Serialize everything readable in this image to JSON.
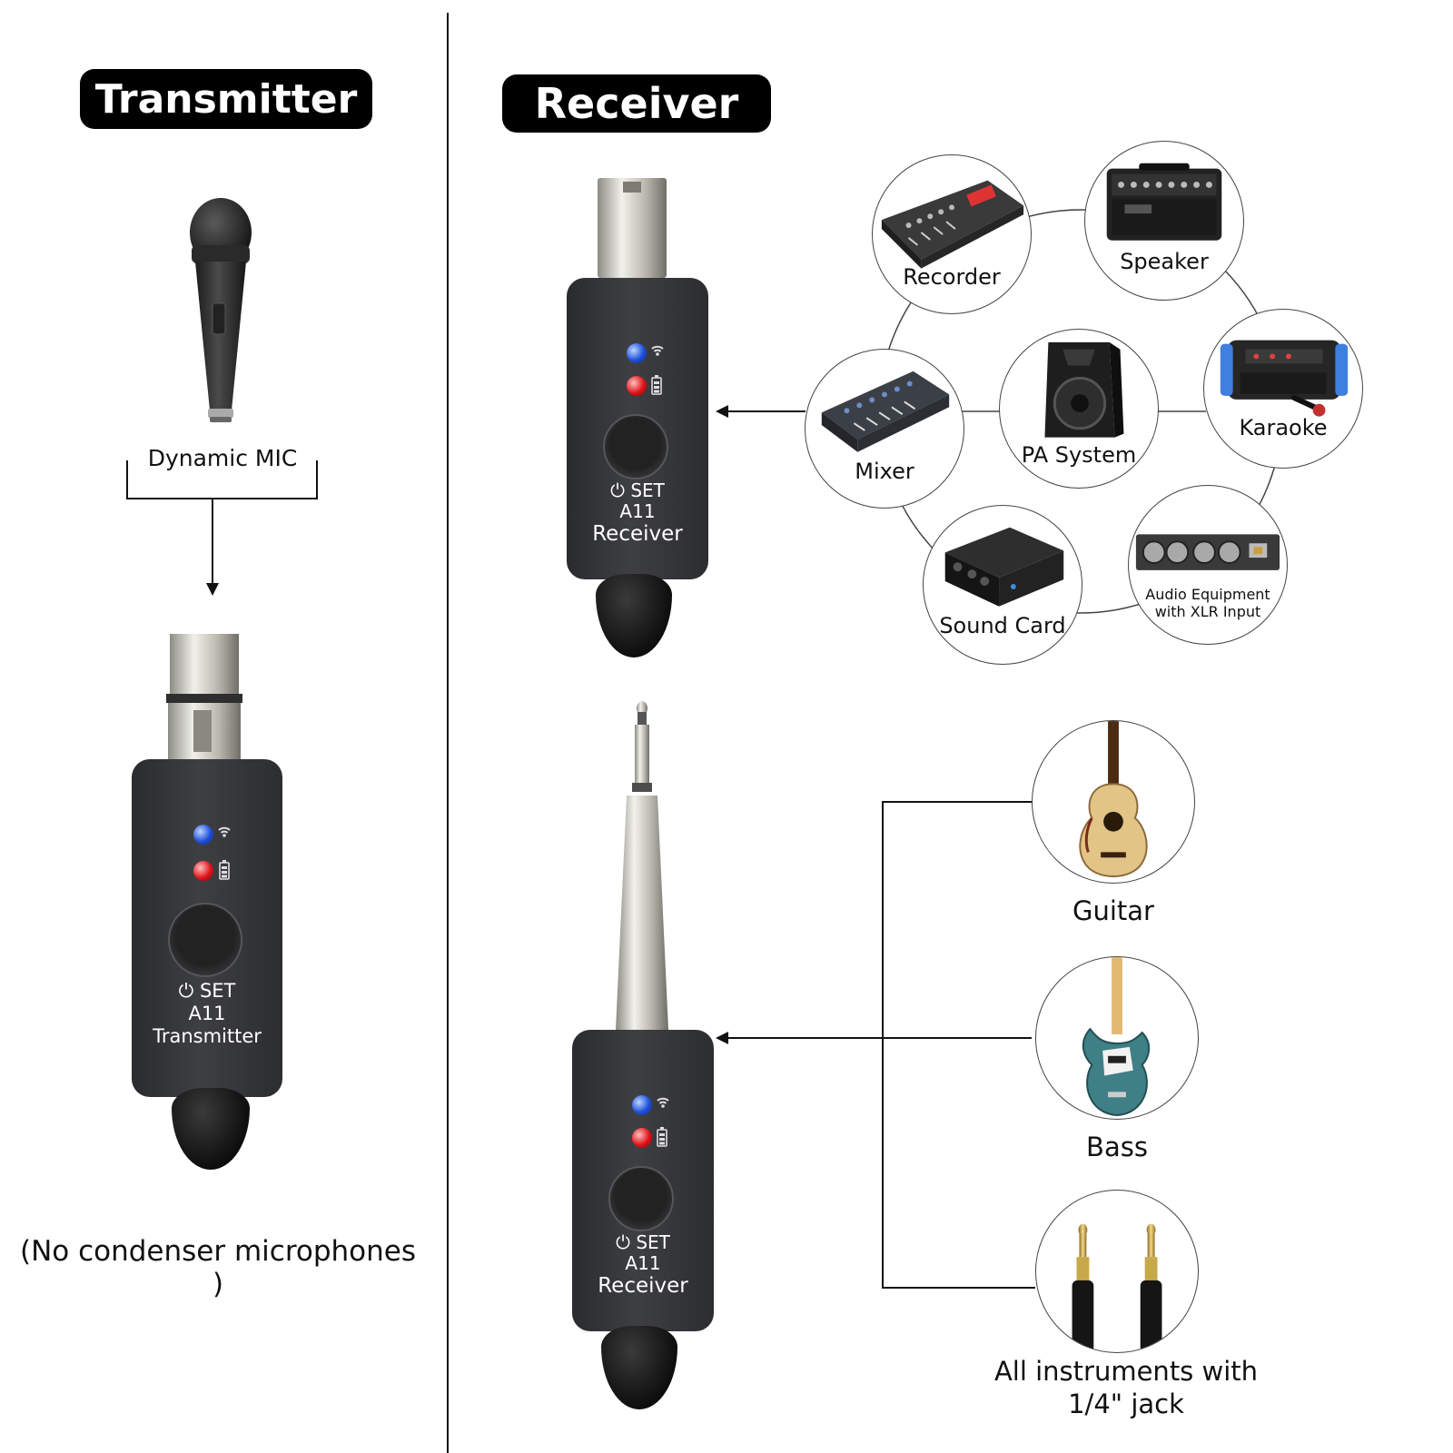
{
  "transmitter_section": {
    "title": "Transmitter",
    "mic_label": "Dynamic MIC",
    "device": {
      "button_label": "SET",
      "model": "A11",
      "name": "Transmitter"
    },
    "note": "(No condenser microphones )"
  },
  "receiver_section": {
    "title": "Receiver",
    "xlr_receiver": {
      "button_label": "SET",
      "model": "A11",
      "name": "Receiver"
    },
    "jack_receiver": {
      "button_label": "SET",
      "model": "A11",
      "name": "Receiver"
    },
    "xlr_equipment": [
      {
        "label": "Recorder",
        "icon": "recorder-icon"
      },
      {
        "label": "Speaker",
        "icon": "speaker-amp-icon"
      },
      {
        "label": "Mixer",
        "icon": "mixer-icon"
      },
      {
        "label": "PA System",
        "icon": "pa-speaker-icon"
      },
      {
        "label": "Karaoke",
        "icon": "karaoke-icon"
      },
      {
        "label": "Sound Card",
        "icon": "sound-card-icon"
      },
      {
        "label_line1": "Audio Equipment",
        "label_line2": "with XLR Input",
        "icon": "xlr-panel-icon"
      }
    ],
    "instruments": [
      {
        "label": "Guitar",
        "icon": "acoustic-guitar-icon"
      },
      {
        "label": "Bass",
        "icon": "bass-guitar-icon"
      },
      {
        "label_line1": "All instruments with",
        "label_line2": "1/4\" jack",
        "icon": "jack-cables-icon"
      }
    ]
  },
  "colors": {
    "led_blue": "#1f4fd8",
    "led_red": "#e0141a",
    "device_body": "#33343a",
    "pill_bg": "#000000"
  }
}
